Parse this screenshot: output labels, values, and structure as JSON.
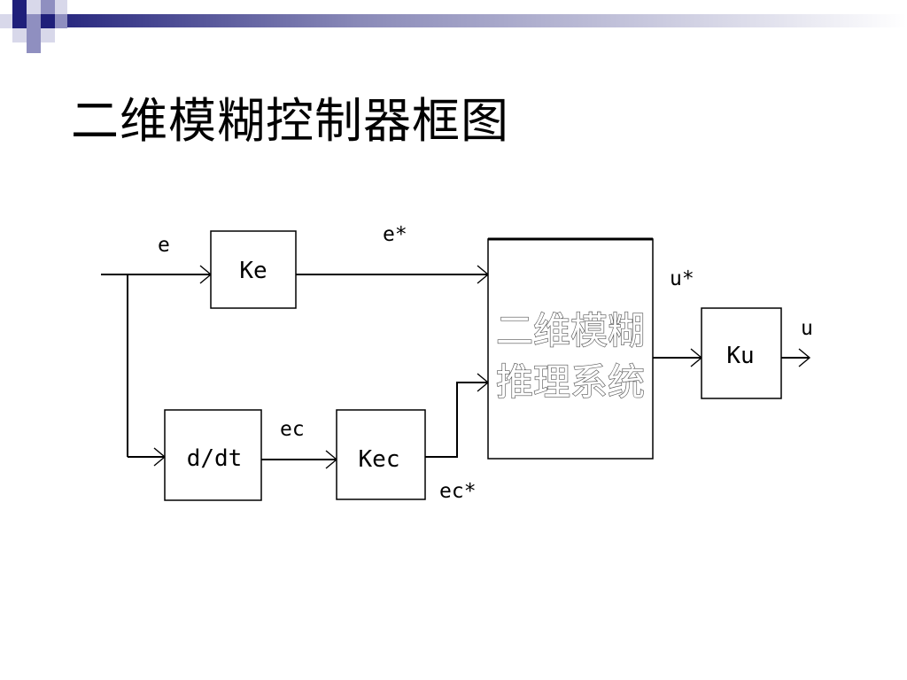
{
  "slide": {
    "title": "二维模糊控制器框图"
  },
  "diagram": {
    "signals": {
      "e": "e",
      "e_star": "e*",
      "ec": "ec",
      "ec_star": "ec*",
      "u_star": "u*",
      "u": "u"
    },
    "blocks": {
      "ke": "Ke",
      "ddt": "d/dt",
      "kec": "Kec",
      "ku": "Ku",
      "fuzzy_line1": "二维模糊",
      "fuzzy_line2": "推理系统"
    }
  },
  "colors": {
    "deco_dark": "#1f1f7a",
    "deco_mid": "#8f8fc0",
    "deco_light": "#d8d8ea"
  }
}
